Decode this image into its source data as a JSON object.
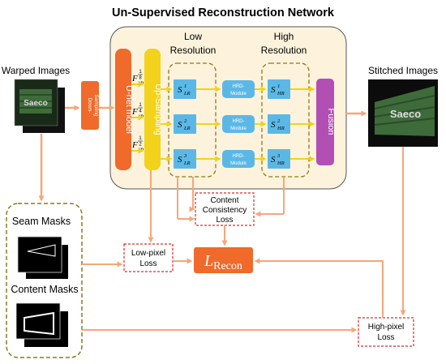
{
  "title": "Un-Supervised Reconstruction Network",
  "labels": {
    "warped_images": "Warped Images",
    "stitched_images": "Stitched Images",
    "low_resolution": [
      "Low",
      "Resolution"
    ],
    "high_resolution": [
      "High",
      "Resolution"
    ],
    "seam_masks": "Seam Masks",
    "content_masks": "Content Masks"
  },
  "image_text": "Saeco",
  "blocks": {
    "downsampling": [
      "Down-",
      "Sampling"
    ],
    "unet": "U-net model",
    "upsampling": "Up-Sampling",
    "hrd_module": [
      "HRD-",
      "Module"
    ],
    "fusion": "Fusion"
  },
  "features": {
    "base": "F",
    "sub": "up",
    "fractions": [
      {
        "num": "1",
        "den": "8"
      },
      {
        "num": "1",
        "den": "4"
      },
      {
        "num": "1",
        "den": "2"
      }
    ]
  },
  "lr_blocks": [
    {
      "base": "S",
      "sup": "1",
      "sub": "LR"
    },
    {
      "base": "S",
      "sup": "2",
      "sub": "LR"
    },
    {
      "base": "S",
      "sup": "3",
      "sub": "LR"
    }
  ],
  "hr_blocks": [
    {
      "base": "S",
      "sup": "1",
      "sub": "HR"
    },
    {
      "base": "S",
      "sup": "2",
      "sub": "HR"
    },
    {
      "base": "S",
      "sup": "3",
      "sub": "HR"
    }
  ],
  "losses": {
    "content_consistency": [
      "Content",
      "Consistency",
      "Loss"
    ],
    "low_pixel": [
      "Low-pixel",
      "Loss"
    ],
    "high_pixel": [
      "High-pixel",
      "Loss"
    ],
    "recon": {
      "base": "L",
      "sub": "Recon"
    }
  },
  "colors": {
    "panel_fill": "#fdf3dc",
    "panel_stroke": "#555555",
    "dashed_olive": "#8a7a1a",
    "downsampling": "#ef6a2b",
    "unet": "#ef6a2b",
    "upsampling": "#f2d21a",
    "s_block": "#5bb8e6",
    "hrd": "#5bb8e6",
    "fusion": "#b24fb4",
    "arrow": "#f4a77a",
    "arrow_yellow": "#f2d21a",
    "loss_border": "#d92b2b",
    "recon": "#ef6a2b"
  }
}
